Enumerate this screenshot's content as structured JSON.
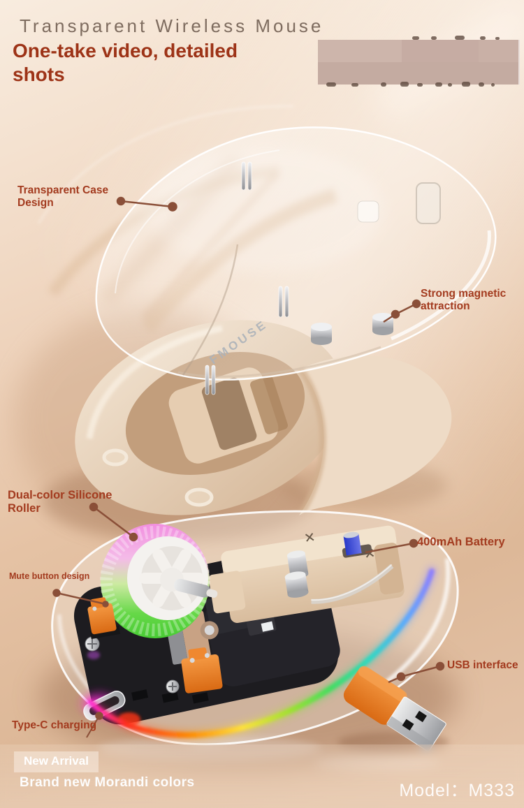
{
  "header": {
    "title": "Transparent Wireless Mouse",
    "subtitle": "One-take video, detailed shots"
  },
  "callouts": {
    "case": "Transparent Case Design",
    "magnet": "Strong magnetic attraction",
    "roller": "Dual-color Silicone Roller",
    "battery": "400mAh Battery",
    "mute": "Mute button design",
    "usb": "USB interface",
    "typec": "Type-C charging"
  },
  "product": {
    "brand": "FMOUSE"
  },
  "footer": {
    "badge": "New Arrival",
    "tagline": "Brand new Morandi colors",
    "model": "Model：M333"
  },
  "colors": {
    "accent_text": "#a33b1f",
    "connector_line": "#8a4f38",
    "switch_orange": "#e8822f",
    "wheel_pink": "#f28fe0",
    "wheel_green": "#55d23e",
    "frame_beige": "#e8d3bd",
    "background_peach": "#eccdb2"
  }
}
